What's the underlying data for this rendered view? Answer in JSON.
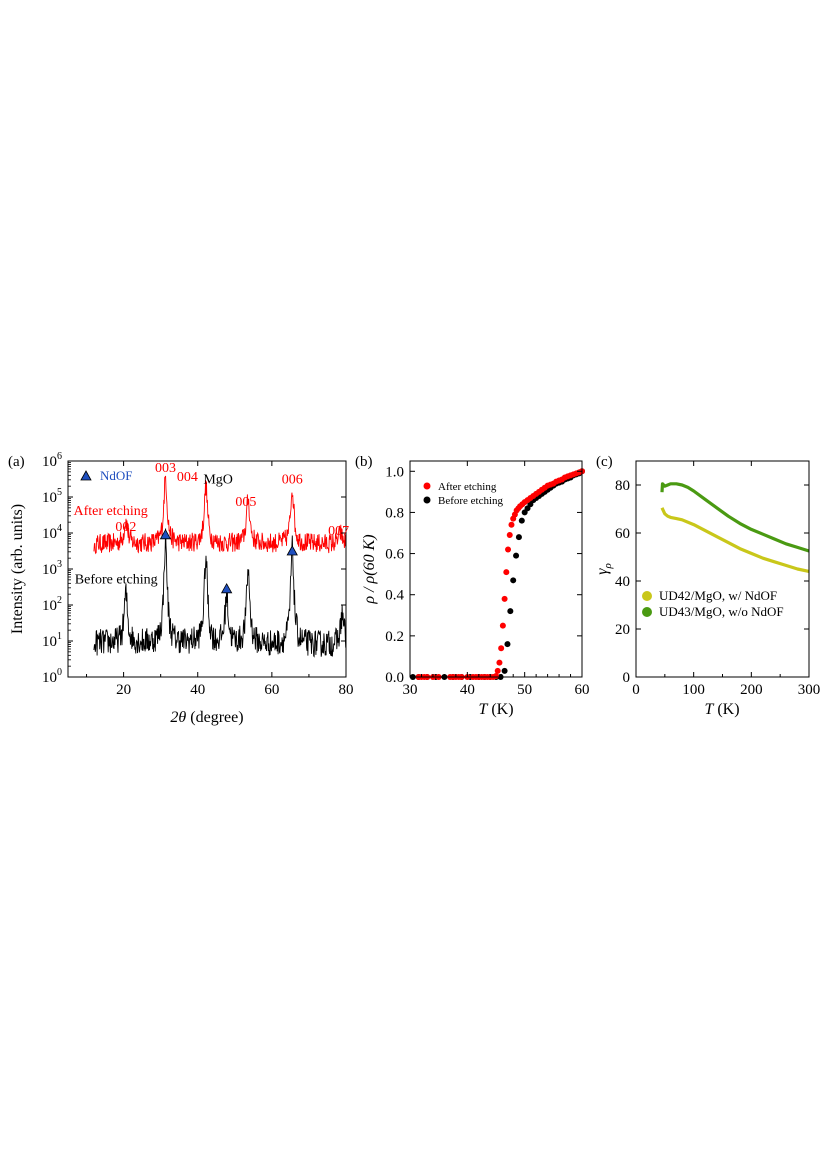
{
  "chart_data": [
    {
      "panel_label": "(a)",
      "type": "line",
      "xlabel_sym": "2θ",
      "xlabel_rest": " (degree)",
      "ylabel": "Intensity (arb. units)",
      "xlim": [
        5,
        80
      ],
      "ylim_log10": [
        0,
        6
      ],
      "yscale": "log",
      "x_ticks": [
        "20",
        "40",
        "60",
        "80"
      ],
      "y_tick_exponents": [
        "0",
        "1",
        "2",
        "3",
        "4",
        "5",
        "6"
      ],
      "y_tick_base": "10",
      "series": [
        {
          "name": "After etching",
          "color": "#ff0000",
          "baseline_log10": 3.7,
          "peaks": [
            {
              "x": 20.6,
              "log10_intensity": 4.35
            },
            {
              "x": 31.3,
              "log10_intensity": 5.55
            },
            {
              "x": 42.2,
              "log10_intensity": 5.3
            },
            {
              "x": 53.6,
              "log10_intensity": 4.95
            },
            {
              "x": 65.5,
              "log10_intensity": 5.25
            },
            {
              "x": 78.5,
              "log10_intensity": 4.0
            }
          ]
        },
        {
          "name": "Before etching",
          "color": "#000000",
          "baseline_log10": 0.95,
          "peaks": [
            {
              "x": 20.6,
              "log10_intensity": 2.3
            },
            {
              "x": 31.3,
              "log10_intensity": 3.8
            },
            {
              "x": 42.2,
              "log10_intensity": 3.3
            },
            {
              "x": 47.8,
              "log10_intensity": 2.3
            },
            {
              "x": 53.6,
              "log10_intensity": 3.0
            },
            {
              "x": 65.5,
              "log10_intensity": 3.6
            },
            {
              "x": 79.0,
              "log10_intensity": 1.8
            }
          ]
        }
      ],
      "ndof_markers": [
        {
          "x": 31.3,
          "log10_intensity": 3.95
        },
        {
          "x": 47.8,
          "log10_intensity": 2.45
        },
        {
          "x": 65.5,
          "log10_intensity": 3.5
        }
      ],
      "legend": {
        "label": "NdOF",
        "marker_color": "#1f4fbf",
        "position": "top-left"
      },
      "annotations": [
        {
          "text": "003",
          "x": 31.3,
          "log10": 5.7,
          "color": "#ff0000"
        },
        {
          "text": "004",
          "x": 37.2,
          "log10": 5.45,
          "color": "#ff0000"
        },
        {
          "text": "MgO",
          "x": 45.5,
          "log10": 5.38,
          "color": "#000000"
        },
        {
          "text": "005",
          "x": 53.0,
          "log10": 4.75,
          "color": "#ff0000"
        },
        {
          "text": "006",
          "x": 65.5,
          "log10": 5.38,
          "color": "#ff0000"
        },
        {
          "text": "002",
          "x": 20.6,
          "log10": 4.05,
          "color": "#ff0000"
        },
        {
          "text": "007",
          "x": 78.0,
          "log10": 3.95,
          "color": "#ff0000"
        },
        {
          "text": "After etching",
          "x": 16.5,
          "log10": 4.5,
          "color": "#ff0000"
        },
        {
          "text": "Before etching",
          "x": 18.0,
          "log10": 2.6,
          "color": "#000000"
        }
      ]
    },
    {
      "panel_label": "(b)",
      "type": "scatter",
      "ylabel": "ρ / ρ(60 K)",
      "xlabel_sym": "T",
      "xlabel_rest": " (K)",
      "xlim": [
        30,
        60
      ],
      "ylim": [
        0,
        1.05
      ],
      "x_ticks": [
        "30",
        "40",
        "50",
        "60"
      ],
      "y_ticks": [
        "0.0",
        "0.2",
        "0.4",
        "0.6",
        "0.8",
        "1.0"
      ],
      "legend_position": "top-left",
      "series": [
        {
          "name": "After etching",
          "color": "#ff0000",
          "x": [
            31.5,
            32,
            32.5,
            33,
            34,
            35,
            37,
            37.5,
            38,
            38.5,
            39,
            40,
            41,
            41.5,
            42,
            42.5,
            43,
            43.5,
            44,
            44.5,
            45,
            45.3,
            45.6,
            45.9,
            46.2,
            46.5,
            46.8,
            47.1,
            47.4,
            47.7,
            48,
            48.3,
            48.6,
            48.9,
            49.2,
            49.6,
            50,
            50.5,
            51,
            51.5,
            52,
            52.5,
            53,
            53.5,
            54,
            54.5,
            55,
            55.5,
            56,
            56.5,
            57,
            57.5,
            58,
            58.5,
            59,
            59.5,
            60
          ],
          "y": [
            0,
            0,
            0,
            0,
            0,
            0,
            0,
            0,
            0,
            0,
            0,
            0,
            0,
            0,
            0,
            0,
            0,
            0,
            0,
            0,
            0.005,
            0.03,
            0.07,
            0.14,
            0.25,
            0.38,
            0.51,
            0.62,
            0.69,
            0.74,
            0.77,
            0.79,
            0.81,
            0.82,
            0.83,
            0.84,
            0.85,
            0.86,
            0.87,
            0.88,
            0.89,
            0.9,
            0.91,
            0.92,
            0.93,
            0.935,
            0.94,
            0.95,
            0.955,
            0.96,
            0.97,
            0.975,
            0.98,
            0.985,
            0.99,
            0.995,
            1.0
          ]
        },
        {
          "name": "Before etching",
          "color": "#000000",
          "x": [
            30.5,
            31.5,
            33,
            34.5,
            36,
            37.5,
            39,
            40.5,
            42,
            43,
            44,
            45,
            45.8,
            46.5,
            47,
            47.5,
            48,
            48.5,
            49,
            49.5,
            50,
            50.5,
            51,
            51.5,
            52,
            52.5,
            53,
            53.5,
            54,
            54.5,
            55,
            55.5,
            56,
            56.5,
            57,
            57.5,
            58,
            58.5,
            59,
            59.5,
            60
          ],
          "y": [
            0,
            0,
            0,
            0,
            0,
            0,
            0,
            0,
            0,
            0,
            0,
            0,
            0,
            0.03,
            0.16,
            0.32,
            0.47,
            0.59,
            0.68,
            0.76,
            0.8,
            0.82,
            0.84,
            0.86,
            0.87,
            0.88,
            0.89,
            0.9,
            0.91,
            0.92,
            0.93,
            0.94,
            0.945,
            0.95,
            0.96,
            0.965,
            0.97,
            0.98,
            0.985,
            0.99,
            1.0
          ]
        }
      ]
    },
    {
      "panel_label": "(c)",
      "type": "line",
      "ylabel_sym": "γ",
      "ylabel_sub": "ρ",
      "xlabel_sym": "T",
      "xlabel_rest": " (K)",
      "xlim": [
        0,
        300
      ],
      "ylim": [
        0,
        90
      ],
      "x_ticks": [
        "0",
        "100",
        "200",
        "300"
      ],
      "y_ticks": [
        "0",
        "20",
        "40",
        "60",
        "80"
      ],
      "legend_position": "bottom-left",
      "series": [
        {
          "name": "UD42/MgO, w/ NdOF",
          "color": "#c9c71a",
          "x": [
            45,
            47,
            50,
            55,
            60,
            70,
            80,
            100,
            120,
            140,
            160,
            180,
            200,
            220,
            240,
            260,
            280,
            300
          ],
          "y": [
            70.5,
            69.5,
            68,
            67,
            66.5,
            66,
            65.5,
            63.5,
            61,
            58.5,
            56,
            53.5,
            51.5,
            49.5,
            48,
            46.5,
            45,
            44
          ]
        },
        {
          "name": "UD43/MgO, w/o NdOF",
          "color": "#4a9a12",
          "x": [
            45,
            46,
            48,
            50,
            55,
            60,
            70,
            80,
            90,
            100,
            120,
            140,
            160,
            180,
            200,
            220,
            240,
            260,
            280,
            300
          ],
          "y": [
            77,
            80.5,
            80,
            79.5,
            80,
            80.5,
            80.5,
            80,
            79,
            77.5,
            74,
            70.5,
            67,
            64,
            61.5,
            59.5,
            57.5,
            55.5,
            54,
            52.5
          ]
        }
      ]
    }
  ]
}
